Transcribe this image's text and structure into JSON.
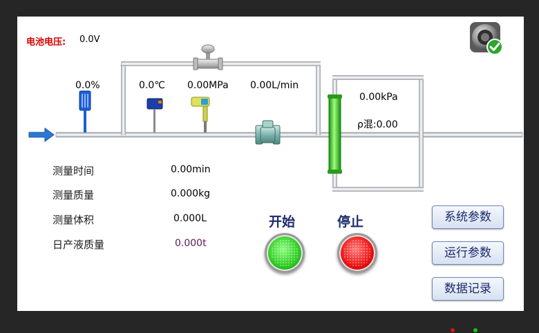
{
  "battery": {
    "label": "电池电压:",
    "value": "0.0V"
  },
  "sensors": {
    "level": "0.0%",
    "temperature": "0.0℃",
    "pressure": "0.00MPa",
    "flow": "0.00L/min"
  },
  "separator": {
    "pressure": "0.00kPa",
    "density": "ρ混:0.00"
  },
  "measurements": [
    {
      "label": "测量时间",
      "value": "0.00min"
    },
    {
      "label": "测量质量",
      "value": "0.000kg"
    },
    {
      "label": "测量体积",
      "value": "0.000L"
    },
    {
      "label": "日产液质量",
      "value": "0.000t"
    }
  ],
  "controls": {
    "start_label": "开始",
    "stop_label": "停止"
  },
  "nav": {
    "sys_params": "系统参数",
    "run_params": "运行参数",
    "data_log": "数据记录"
  },
  "colors": {
    "alarm_text": "#d40000",
    "daily_value": "#5a1a5a",
    "button_text": "#1b2a6b",
    "start": "#2ecb22",
    "stop": "#ee1111",
    "tube": "#33cc22"
  },
  "icons": {
    "status": "speaker-check-icon",
    "inlet": "arrow-right-icon"
  }
}
